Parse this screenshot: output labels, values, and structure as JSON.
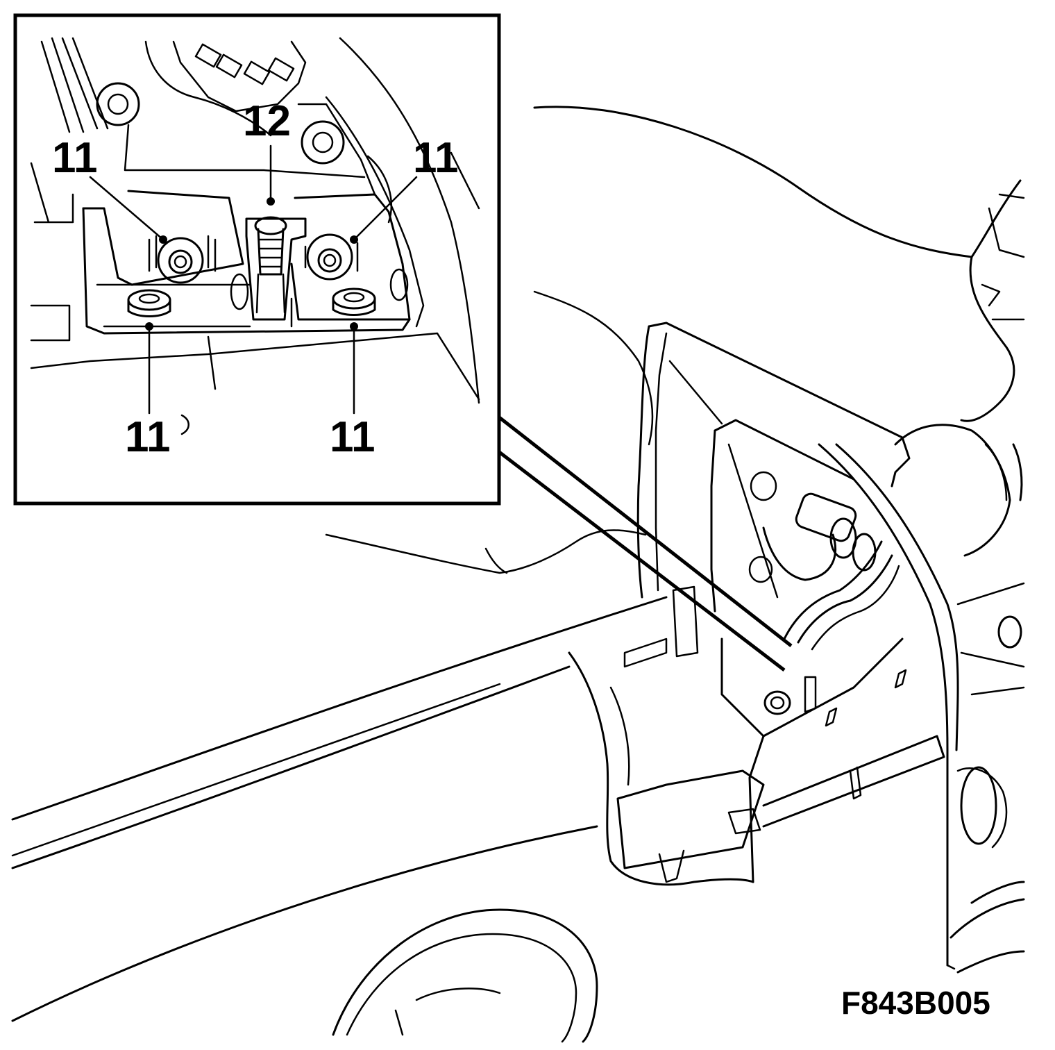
{
  "figure_code": "F843B005",
  "callouts": {
    "top_left": "11",
    "top_center": "12",
    "top_right": "11",
    "bottom_left": "11",
    "bottom_right": "11"
  }
}
